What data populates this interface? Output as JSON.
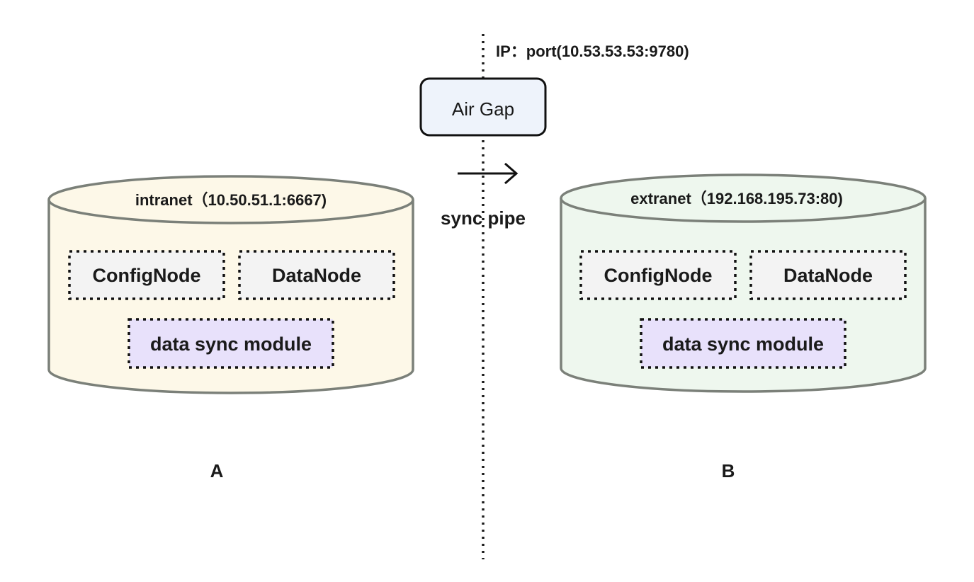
{
  "gateway": {
    "ip_port_label": "IP：port(10.53.53.53:9780)",
    "air_gap_label": "Air Gap",
    "sync_label": "sync pipe"
  },
  "site_a": {
    "db_label": "intranet（10.50.51.1:6667)",
    "config_node": "ConfigNode",
    "data_node": "DataNode",
    "sync_module": "data sync module",
    "caption": "A"
  },
  "site_b": {
    "db_label": "extranet（192.168.195.73:80)",
    "config_node": "ConfigNode",
    "data_node": "DataNode",
    "sync_module": "data sync module",
    "caption": "B"
  },
  "colors": {
    "site_a_fill": "#fdf8e8",
    "site_b_fill": "#eef7ee",
    "cylinder_stroke": "#7b8079",
    "node_fill": "#f3f3f3",
    "module_fill": "#e8e1fb",
    "air_gap_fill": "#eef3fb",
    "text": "#1a1a1a"
  }
}
